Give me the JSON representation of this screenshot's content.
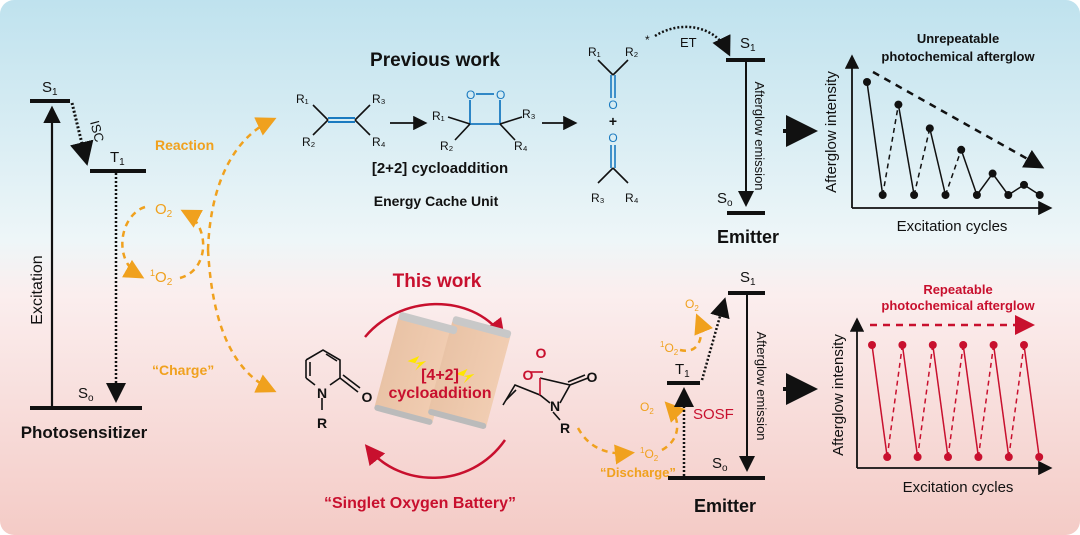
{
  "colors": {
    "orange": "#f0a11e",
    "red": "#c8102e",
    "blue": "#1a7ac0",
    "black": "#111111",
    "bg_top": "#c3e4ef",
    "bg_bottom": "#f5cdc8"
  },
  "photosensitizer": {
    "S1": {
      "main": "S",
      "sub": "1"
    },
    "T1": {
      "main": "T",
      "sub": "1"
    },
    "S0": {
      "main": "S",
      "sub": "o"
    },
    "isc": "ISC",
    "excitation": "Excitation",
    "label": "Photosensitizer"
  },
  "oxygen": {
    "o2": {
      "main": "O",
      "sub": "2"
    },
    "singlet": {
      "sup": "1",
      "main": "O",
      "sub": "2"
    },
    "reaction": "Reaction",
    "charge": "“Charge”"
  },
  "previous": {
    "title": "Previous work",
    "alkene": {
      "r1": "R₁",
      "r2": "R₂",
      "r3": "R₃",
      "r4": "R₄"
    },
    "dioxetane": {
      "o": "O",
      "r1": "R₁",
      "r2": "R₂",
      "r3": "R₃",
      "r4": "R₄"
    },
    "reaction_name": "[2+2] cycloaddition",
    "unit": "Energy Cache Unit",
    "products": {
      "r1": "R₁",
      "r2": "R₂",
      "r3": "R₃",
      "r4": "R₄",
      "o": "O",
      "plus": "+",
      "star": "*"
    },
    "et": "ET",
    "emitter": {
      "S1": {
        "main": "S",
        "sub": "1"
      },
      "S0": {
        "main": "S",
        "sub": "o"
      },
      "emission": "Afterglow emission",
      "label": "Emitter"
    }
  },
  "this_work": {
    "title": "This work",
    "battery_top": "[4+2]",
    "battery_bottom": "cycloaddition",
    "pyridone": {
      "n": "N",
      "o": "O",
      "r": "R"
    },
    "endoperoxide": {
      "o": "O",
      "n": "N",
      "r": "R"
    },
    "battery_name": "“Singlet Oxygen Battery”",
    "discharge": "“Discharge”",
    "emitter": {
      "S1": {
        "main": "S",
        "sub": "1"
      },
      "T1": {
        "main": "T",
        "sub": "1"
      },
      "S0": {
        "main": "S",
        "sub": "o"
      },
      "sosf": "SOSF",
      "emission": "Afterglow emission",
      "label": "Emitter"
    }
  },
  "chart_data": [
    {
      "type": "line",
      "title": "Unrepeatable photochemical afterglow",
      "title_lines": [
        "Unrepeatable",
        "photochemical afterglow"
      ],
      "xlabel": "Excitation cycles",
      "ylabel": "Afterglow intensity",
      "values": [
        1,
        0,
        0.8,
        0,
        0.59,
        0,
        0.4,
        0,
        0.19,
        0,
        0.09,
        0
      ],
      "trend": "decreasing",
      "color": "#111111"
    },
    {
      "type": "line",
      "title": "Repeatable photochemical afterglow",
      "title_lines": [
        "Repeatable",
        "photochemical afterglow"
      ],
      "xlabel": "Excitation cycles",
      "ylabel": "Afterglow intensity",
      "values": [
        1,
        0,
        1,
        0,
        1,
        0,
        1,
        0,
        1,
        0,
        1,
        0
      ],
      "trend": "constant",
      "color": "#c8102e"
    }
  ]
}
